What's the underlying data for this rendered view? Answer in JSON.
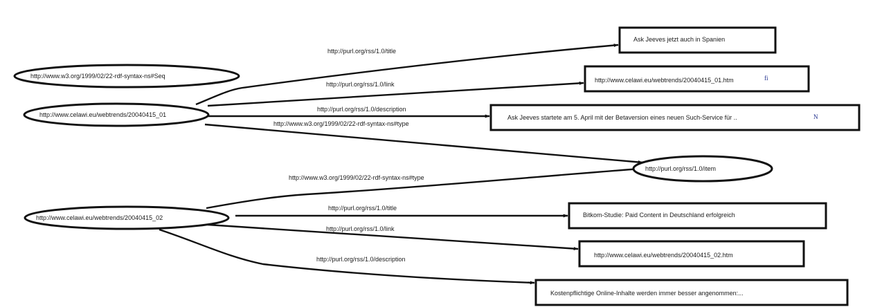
{
  "diagram": {
    "resources": {
      "seq": "http://www.w3.org/1999/02/22-rdf-syntax-ns#Seq",
      "item01": "http://www.celawi.eu/webtrends/20040415_01",
      "rssitem": "http://purl.org/rss/1.0/item",
      "item02": "http://www.celawi.eu/webtrends/20040415_02"
    },
    "literals": {
      "title01": "Ask Jeeves jetzt auch in Spanien",
      "link01": "http://www.celawi.eu/webtrends/20040415_01.htm",
      "desc01": "Ask Jeeves startete am 5. April mit der Betaversion eines neuen Such-Service für ..",
      "title02": "Bitkom-Studie: Paid Content in Deutschland erfolgreich",
      "link02": "http://www.celawi.eu/webtrends/20040415_02.htm",
      "desc02": "Kostenpflichtige Online-Inhalte werden immer besser angenommen:..."
    },
    "properties": {
      "title01": "http://purl.org/rss/1.0/title",
      "link01": "http://purl.org/rss/1.0/link",
      "desc01": "http://purl.org/rss/1.0/description",
      "type01": "http://www.w3.org/1999/02/22-rdf-syntax-ns#type",
      "type02": "http://www.w3.org/1999/02/22-rdf-syntax-ns#type",
      "title02": "http://purl.org/rss/1.0/title",
      "link02": "http://purl.org/rss/1.0/link",
      "desc02": "http://purl.org/rss/1.0/description"
    },
    "stray_glyphs": {
      "fi": "fi",
      "n": "N"
    }
  }
}
